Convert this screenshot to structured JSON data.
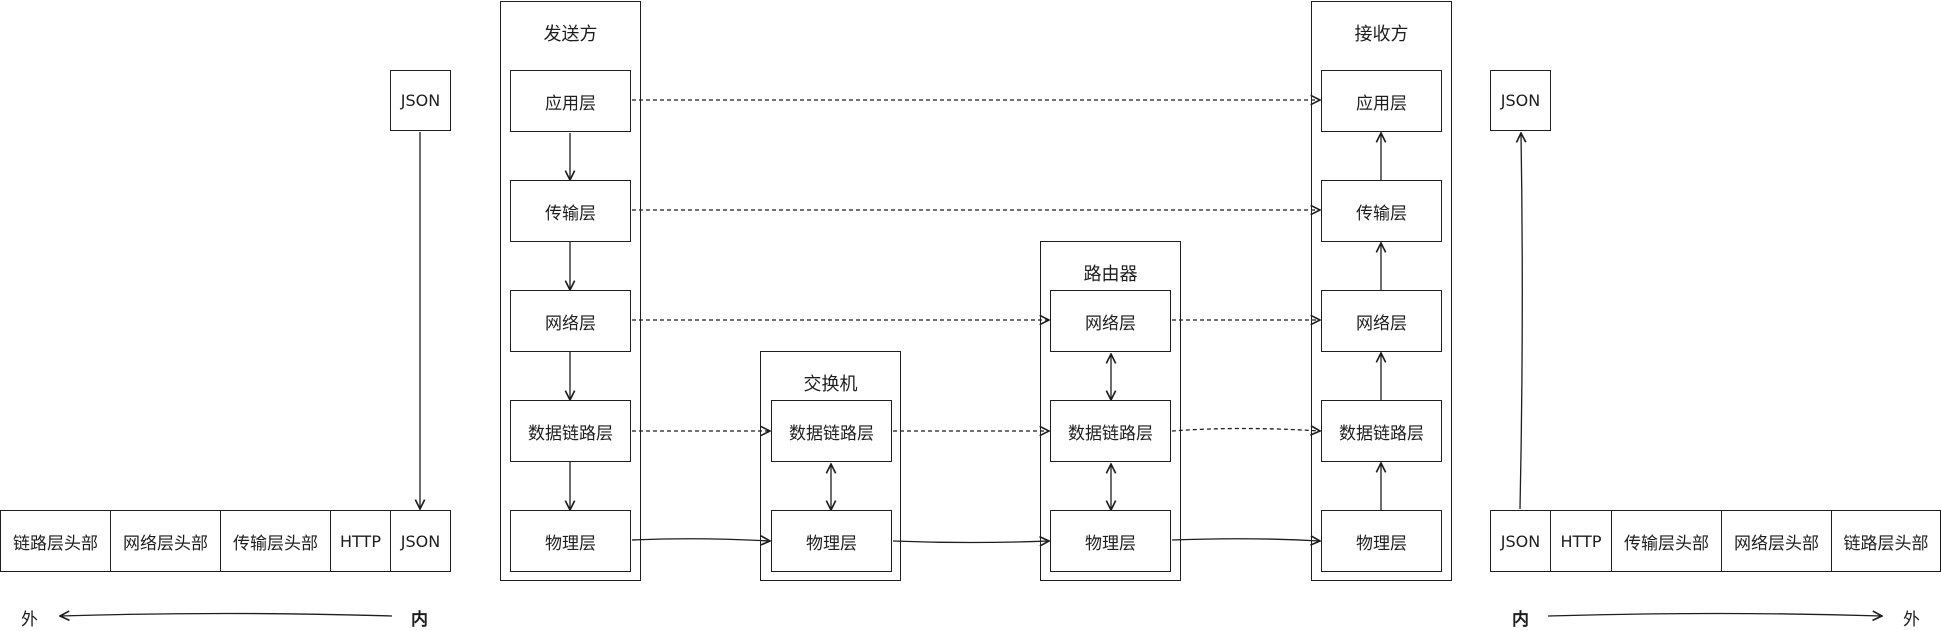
{
  "sender": {
    "title": "发送方",
    "layers": [
      "应用层",
      "传输层",
      "网络层",
      "数据链路层",
      "物理层"
    ]
  },
  "switch": {
    "title": "交换机",
    "layers": [
      "数据链路层",
      "物理层"
    ]
  },
  "router": {
    "title": "路由器",
    "layers": [
      "网络层",
      "数据链路层",
      "物理层"
    ]
  },
  "receiver": {
    "title": "接收方",
    "layers": [
      "应用层",
      "传输层",
      "网络层",
      "数据链路层",
      "物理层"
    ]
  },
  "left_packet": {
    "payload": "JSON",
    "segments": [
      "链路层头部",
      "网络层头部",
      "传输层头部",
      "HTTP",
      "JSON"
    ],
    "arrow_from": "内",
    "arrow_to": "外"
  },
  "right_packet": {
    "payload": "JSON",
    "segments": [
      "JSON",
      "HTTP",
      "传输层头部",
      "网络层头部",
      "链路层头部"
    ],
    "arrow_from": "内",
    "arrow_to": "外"
  },
  "colors": {
    "stroke": "#1e1e1e",
    "background": "#ffffff"
  }
}
